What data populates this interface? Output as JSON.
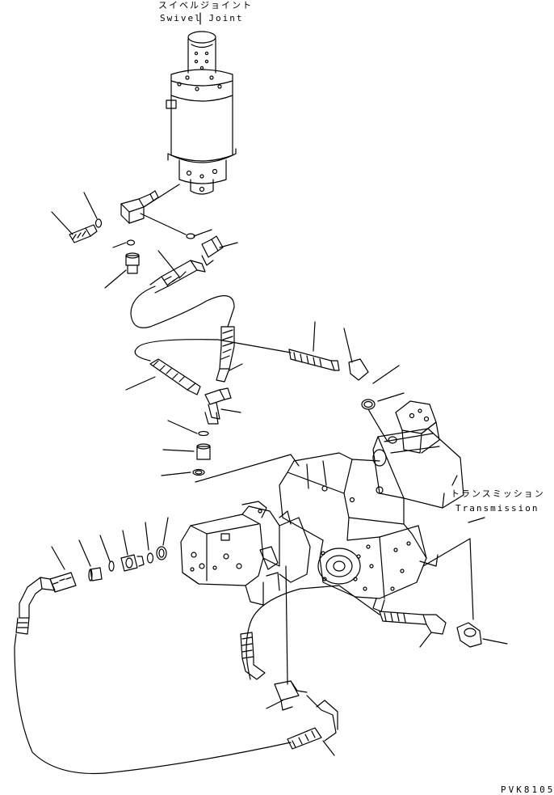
{
  "labels": {
    "swivel_jp": "スイベルジョイント",
    "swivel_en": "Swivel Joint",
    "trans_jp": "トランスミッション",
    "trans_en": "Transmission"
  },
  "drawing_code": "PVK8105",
  "colors": {
    "line": "#000000",
    "background": "#ffffff"
  }
}
